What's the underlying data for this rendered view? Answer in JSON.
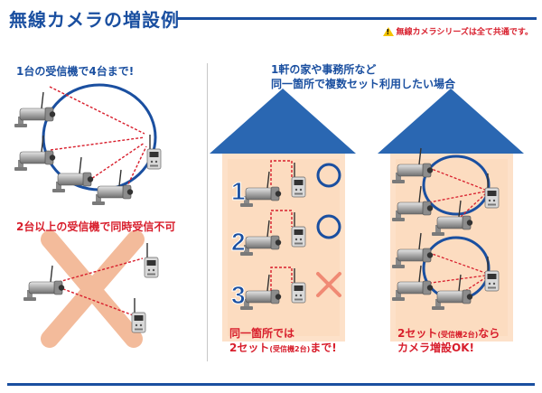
{
  "header": {
    "title": "無線カメラの増設例",
    "notice": "無線カメラシリーズは全て共通です。",
    "notice_icon": "warning-icon",
    "accent_color": "#1a4fa0",
    "alert_color": "#d81e2c"
  },
  "left": {
    "case1_label": "1台の受信機で4台まで!",
    "case2_label": "2台以上の受信機で同時受信不可"
  },
  "right": {
    "heading_line1": "1軒の家や事務所など",
    "heading_line2": "同一箇所で複数セット利用したい場合",
    "house1": {
      "rows": [
        {
          "number": "1",
          "result": "ok"
        },
        {
          "number": "2",
          "result": "ok"
        },
        {
          "number": "3",
          "result": "ng"
        }
      ],
      "caption_line1": "同一箇所では",
      "caption_line2_a": "2セット",
      "caption_line2_small": "(受信機2台)",
      "caption_line2_b": "まで!"
    },
    "house2": {
      "caption_line1_a": "2セット",
      "caption_line1_small": "(受信機2台)",
      "caption_line1_b": "なら",
      "caption_line2": "カメラ増設OK!"
    }
  }
}
